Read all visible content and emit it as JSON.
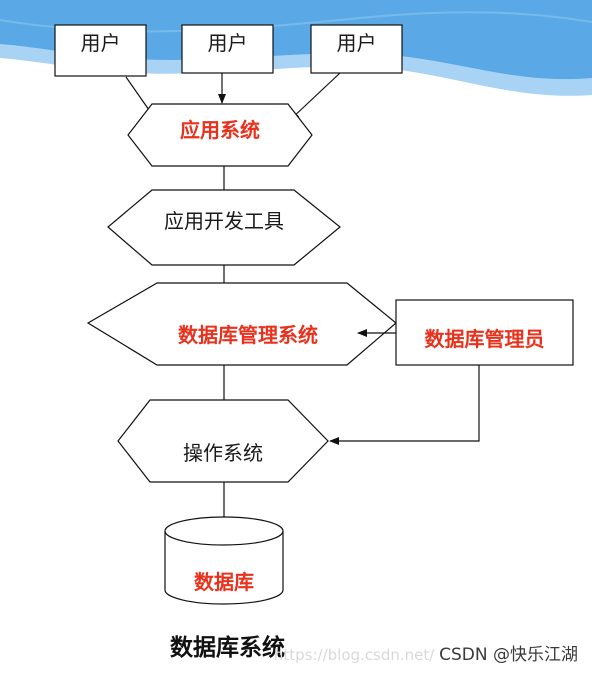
{
  "users": [
    "用户",
    "用户",
    "用户"
  ],
  "nodes": {
    "app_system": "应用系统",
    "dev_tools": "应用开发工具",
    "dbms": "数据库管理系统",
    "dba": "数据库管理员",
    "os": "操作系统",
    "database": "数据库"
  },
  "caption": "数据库系统",
  "watermark": {
    "url": "https://blog.csdn.net/",
    "brand": "CSDN @快乐江湖"
  },
  "colors": {
    "highlight_text": "#e8321e",
    "normal_text": "#1a1a1a",
    "stroke": "#111111",
    "banner_blue": "#5aa9e6",
    "banner_light": "#a9d3f4"
  }
}
